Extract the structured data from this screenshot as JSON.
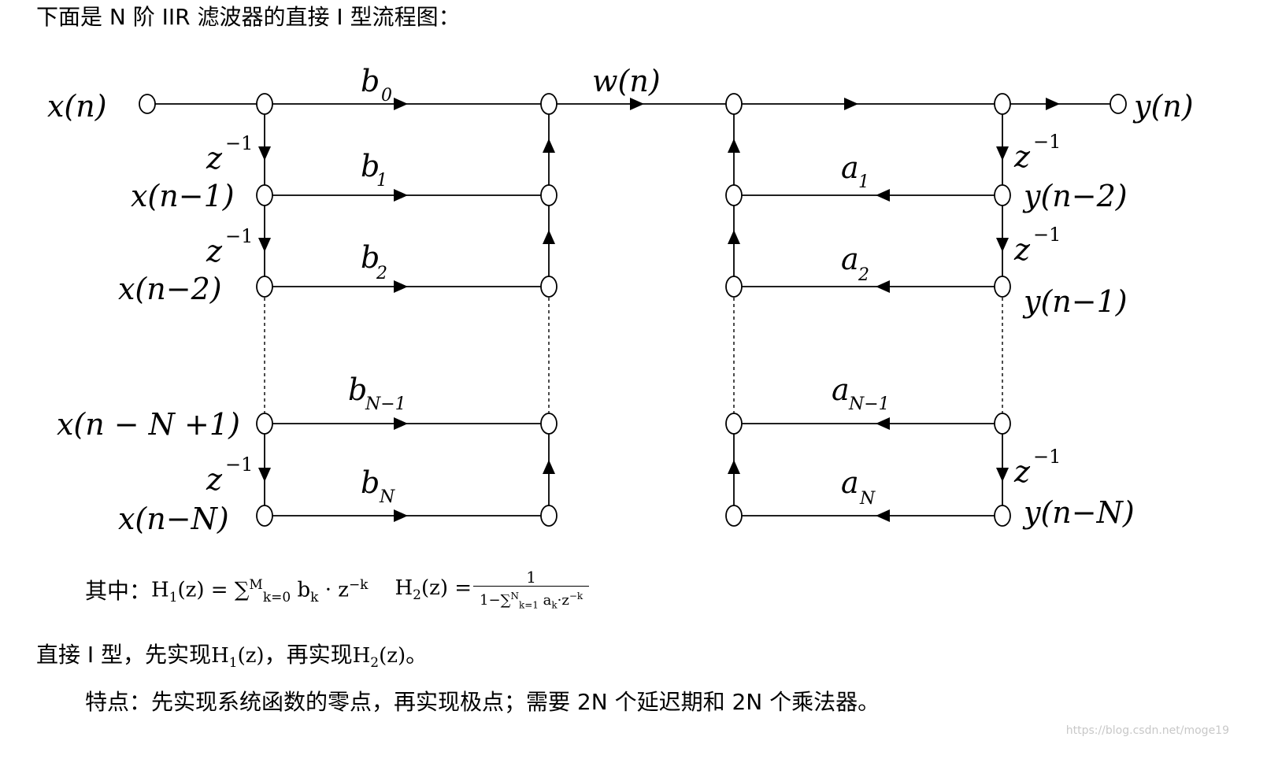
{
  "intro_text": "下面是 N 阶 IIR 滤波器的直接 I 型流程图：",
  "diagram": {
    "input_label": "x(n)",
    "output_label": "y(n)",
    "middle_label": "w(n)",
    "delay_label": "z",
    "delay_exp": "−1",
    "left_taps": [
      {
        "label": "x(n−1)"
      },
      {
        "label": "x(n−2)"
      },
      {
        "label": "x(n − N +1)"
      },
      {
        "label": "x(n−N)"
      }
    ],
    "right_taps": [
      {
        "label": "y(n−2)"
      },
      {
        "label": "y(n−1)"
      },
      {
        "label": "y(n−N)"
      }
    ],
    "b_coefs": [
      {
        "base": "b",
        "sub": "0"
      },
      {
        "base": "b",
        "sub": "1"
      },
      {
        "base": "b",
        "sub": "2"
      },
      {
        "base": "b",
        "sub": "N−1"
      },
      {
        "base": "b",
        "sub": "N"
      }
    ],
    "a_coefs": [
      {
        "base": "a",
        "sub": "1"
      },
      {
        "base": "a",
        "sub": "2"
      },
      {
        "base": "a",
        "sub": "N−1"
      },
      {
        "base": "a",
        "sub": "N"
      }
    ]
  },
  "formula": {
    "prefix": "其中：",
    "h1": "H",
    "h1_sub": "1",
    "h1_rest": "(z) = ∑",
    "h1_sum_sub": "k=0",
    "h1_sum_sup": "M",
    "h1_term": " b",
    "h1_term_sub": "k",
    "h1_tail": " · z",
    "h1_tail_sup": "−k",
    "h2": "H",
    "h2_sub": "2",
    "h2_rest": "(z) =",
    "h2_num": "1",
    "h2_den_a": "1−∑",
    "h2_den_sum_sub": "k=1",
    "h2_den_sum_sup": "N",
    "h2_den_b": "a",
    "h2_den_b_sub": "k",
    "h2_den_c": "·z",
    "h2_den_c_sup": "−k"
  },
  "line2": {
    "a": "直接 I 型，先实现",
    "h1": "H",
    "h1_sub": "1",
    "h1_rest": "(z)",
    "b": "，再实现",
    "h2": "H",
    "h2_sub": "2",
    "h2_rest": "(z)",
    "c": "。"
  },
  "line3": "特点：先实现系统函数的零点，再实现极点；需要 2N 个延迟期和 2N 个乘法器。",
  "watermark": "https://blog.csdn.net/moge19"
}
